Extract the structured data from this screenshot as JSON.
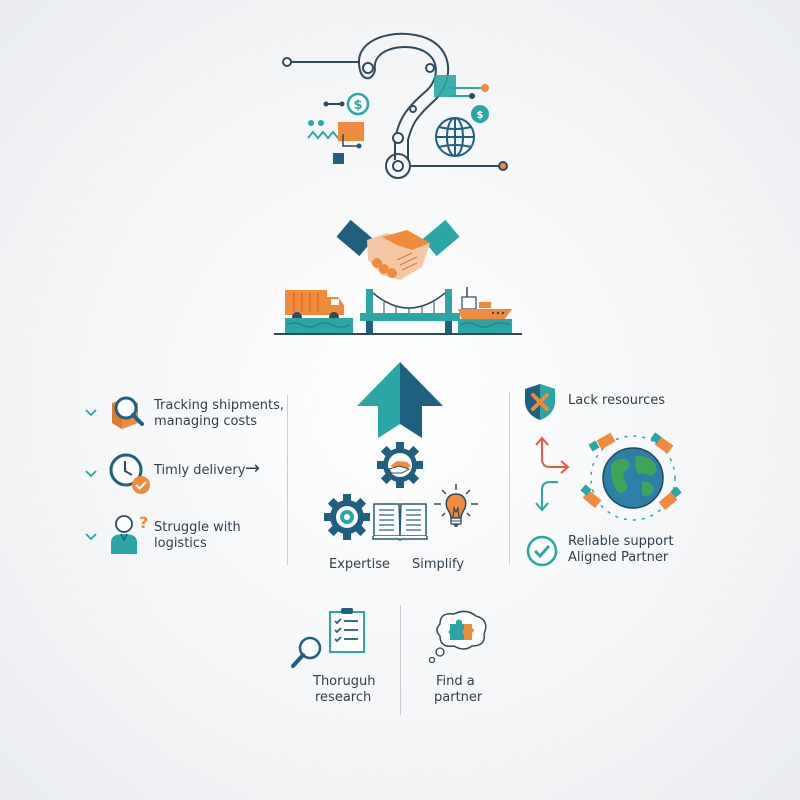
{
  "colors": {
    "teal": "#2aa6a6",
    "navy": "#1f5f7f",
    "dark": "#2f4a5c",
    "orange": "#f28a3c",
    "red": "#e8574a",
    "green": "#3fa35a",
    "skin": "#f6c7a4"
  },
  "top": {
    "question_icon": "question-mark-circuit-icon",
    "icons": [
      "dollar-icon",
      "coin-icon",
      "globe-icon",
      "zigzag-icon"
    ]
  },
  "bridge": {
    "icons": [
      "handshake-icon",
      "truck-icon",
      "bridge-icon",
      "ship-icon"
    ]
  },
  "left": {
    "items": [
      {
        "icon": "box-search-icon",
        "label_line1": "Tracking shipments,",
        "label_line2": "managing costs"
      },
      {
        "icon": "clock-check-icon",
        "label": "Timly delivery",
        "arrow": "→"
      },
      {
        "icon": "confused-person-icon",
        "label_line1": "Struggle with",
        "label_line2": "logistics"
      }
    ]
  },
  "center": {
    "arrow_icon": "up-arrow-icon",
    "labels": {
      "expertise": "Expertise",
      "simplify": "Simplify"
    }
  },
  "right": {
    "lack": "Lack resources",
    "reliable_line1": "Reliable support",
    "reliable_line2": "Aligned Partner"
  },
  "bottom": {
    "research_line1": "Thoruguh",
    "research_line2": "research",
    "partner_line1": "Find a",
    "partner_line2": "partner"
  }
}
